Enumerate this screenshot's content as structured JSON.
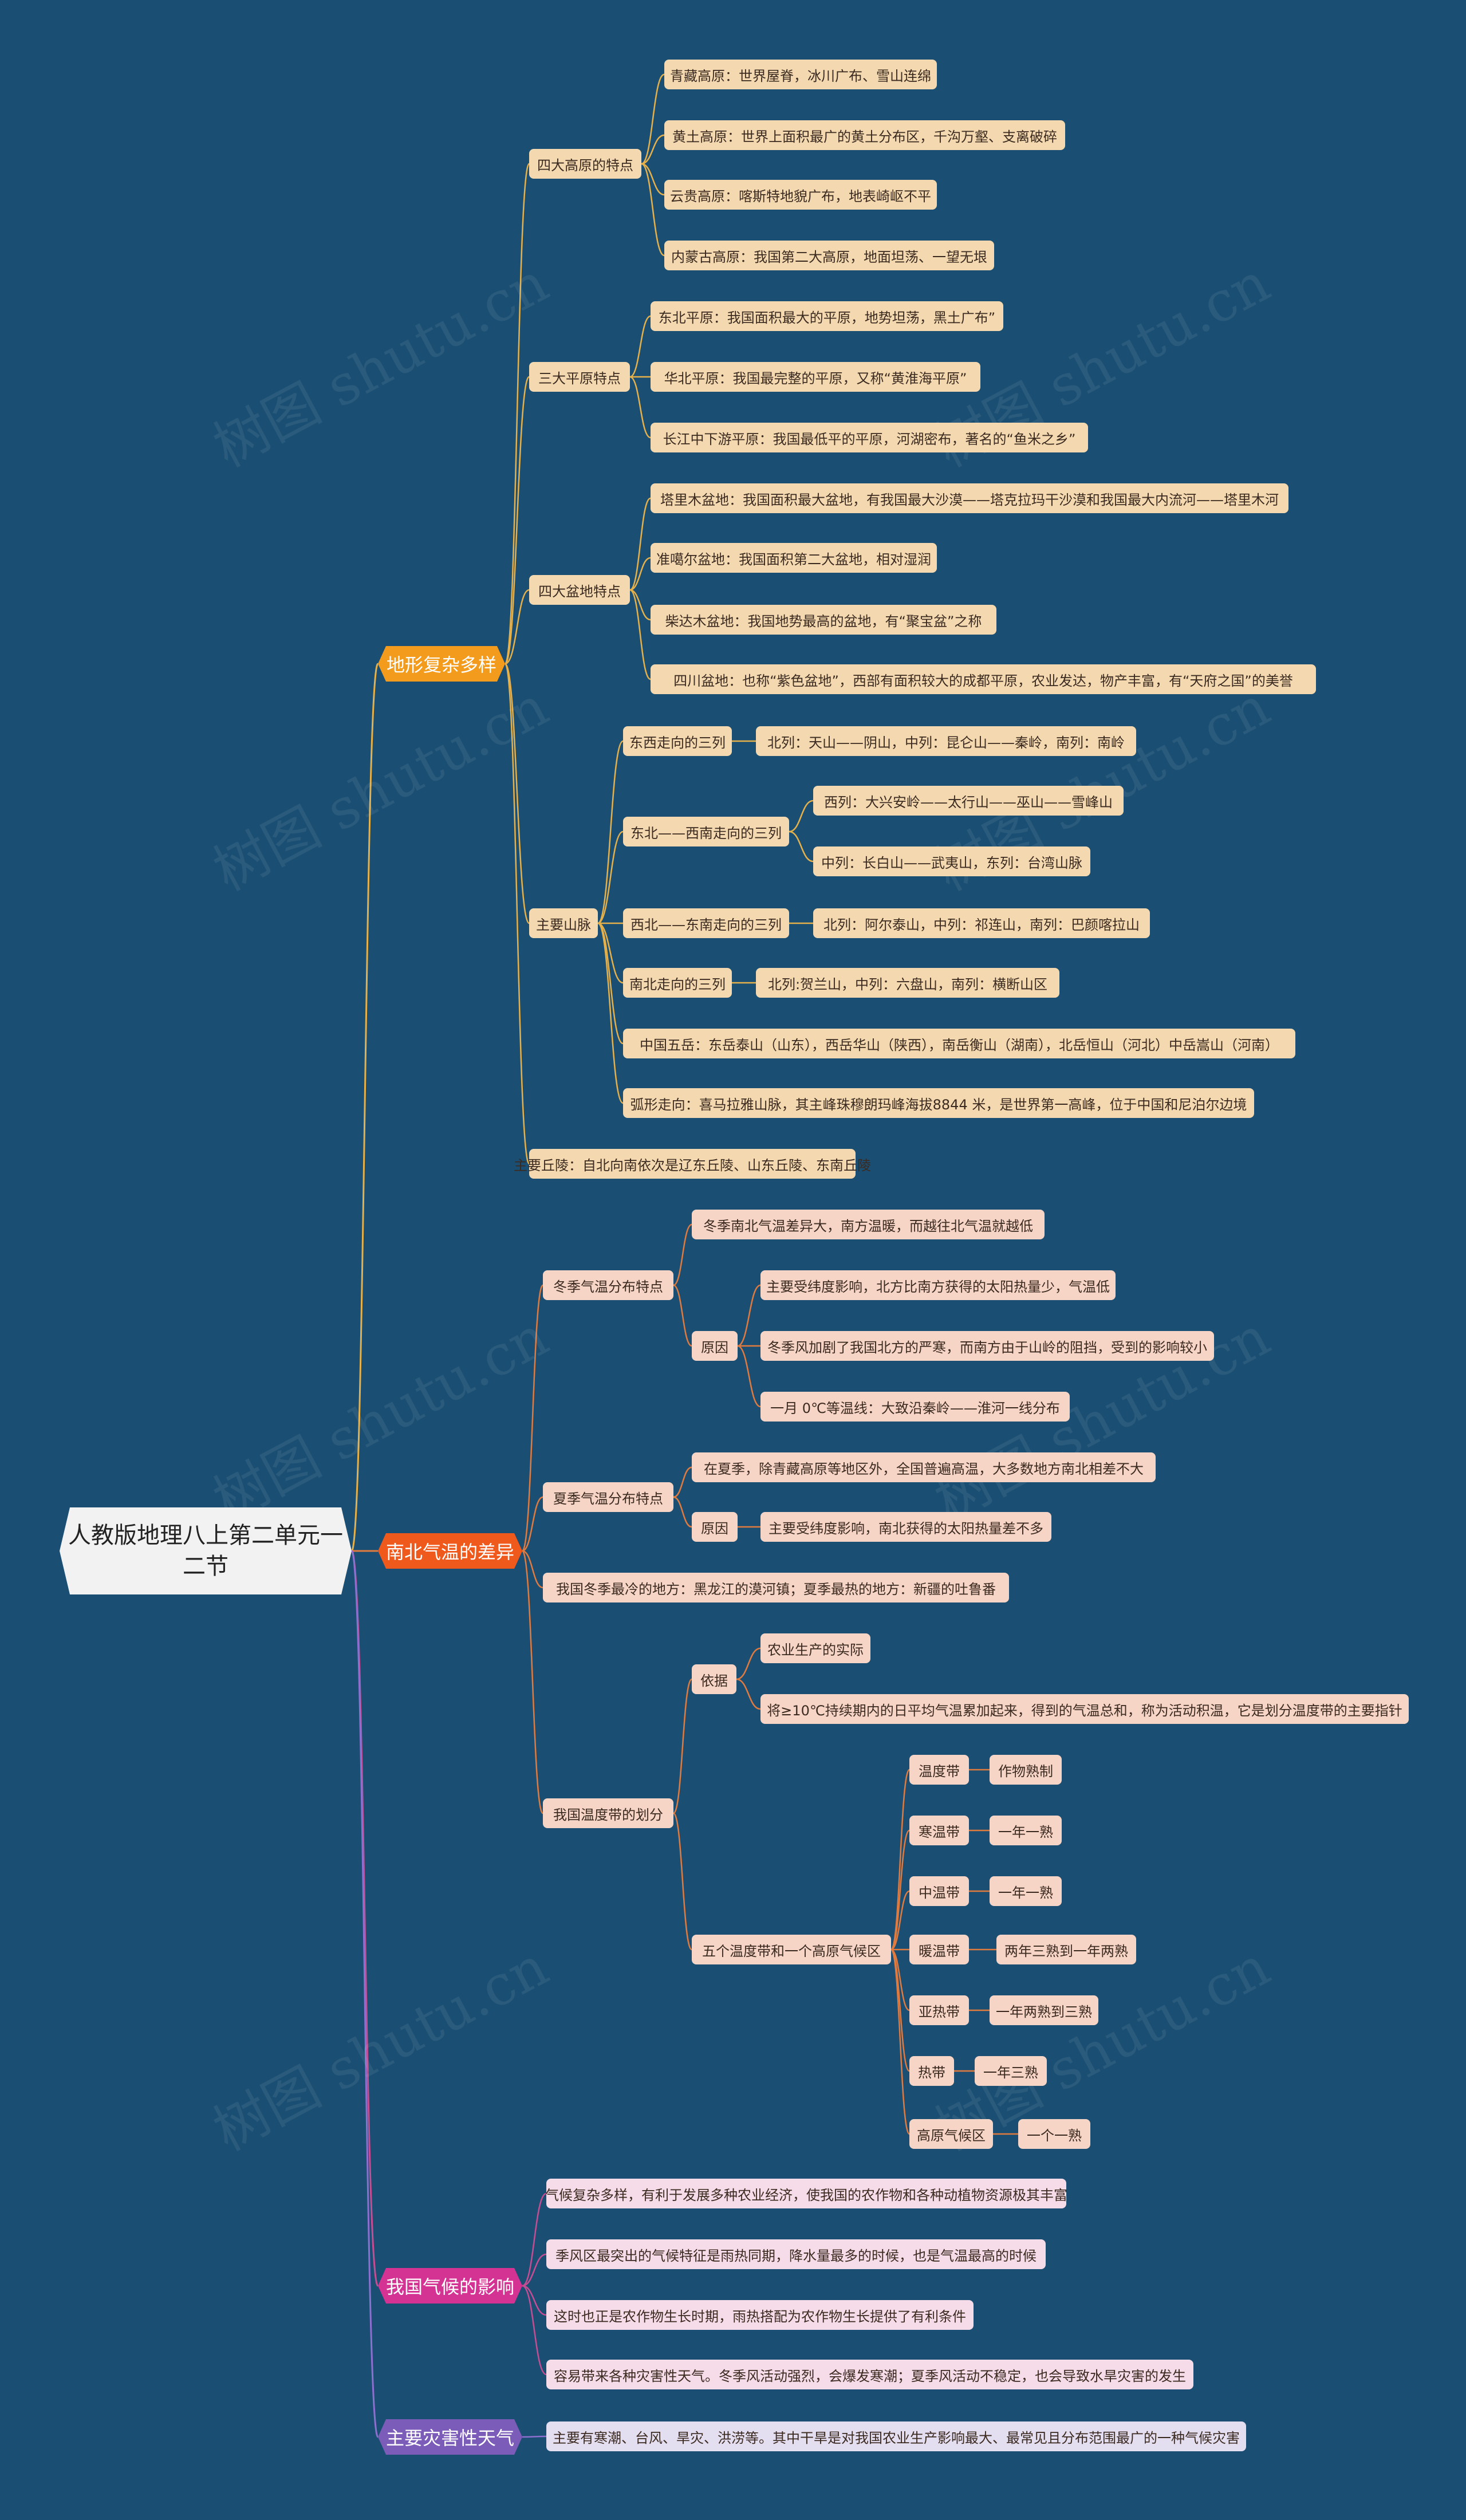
{
  "colors": {
    "background": "#1a4f73",
    "branch_orange": "#f29b1d",
    "branch_red": "#ef5a1c",
    "branch_pink": "#d53393",
    "branch_purple": "#7b5cb8",
    "line_orange": "#e6b04a",
    "line_red": "#e07a3f",
    "line_pink": "#c64d93",
    "line_purple": "#8d6fcf"
  },
  "watermark": "树图 shutu.cn",
  "mindmap": {
    "root": "人教版地理八上第二单元一二节",
    "branches": [
      {
        "label": "地形复杂多样",
        "theme": "orange",
        "children": [
          {
            "label": "四大高原的特点",
            "children": [
              {
                "label": "青藏高原：世界屋脊，冰川广布、雪山连绵"
              },
              {
                "label": "黄土高原：世界上面积最广的黄土分布区，千沟万壑、支离破碎"
              },
              {
                "label": "云贵高原：喀斯特地貌广布，地表崎岖不平"
              },
              {
                "label": "内蒙古高原：我国第二大高原，地面坦荡、一望无垠"
              }
            ]
          },
          {
            "label": "三大平原特点",
            "children": [
              {
                "label": "东北平原：我国面积最大的平原，地势坦荡，黑土广布”"
              },
              {
                "label": "华北平原：我国最完整的平原，又称“黄淮海平原”"
              },
              {
                "label": "长江中下游平原：我国最低平的平原，河湖密布，著名的“鱼米之乡”"
              }
            ]
          },
          {
            "label": "四大盆地特点",
            "children": [
              {
                "label": "塔里木盆地：我国面积最大盆地，有我国最大沙漠——塔克拉玛干沙漠和我国最大内流河——塔里木河"
              },
              {
                "label": "准噶尔盆地：我国面积第二大盆地，相对湿润"
              },
              {
                "label": "柴达木盆地：我国地势最高的盆地，有“聚宝盆”之称"
              },
              {
                "label": "四川盆地：也称“紫色盆地”，西部有面积较大的成都平原，农业发达，物产丰富，有“天府之国”的美誉"
              }
            ]
          },
          {
            "label": "主要山脉",
            "children": [
              {
                "label": "东西走向的三列",
                "children": [
                  {
                    "label": "北列：天山——阴山，中列：昆仑山——秦岭，南列：南岭"
                  }
                ]
              },
              {
                "label": "东北——西南走向的三列",
                "children": [
                  {
                    "label": "西列：大兴安岭——太行山——巫山——雪峰山"
                  },
                  {
                    "label": "中列：长白山——武夷山，东列：台湾山脉"
                  }
                ]
              },
              {
                "label": "西北——东南走向的三列",
                "children": [
                  {
                    "label": "北列：阿尔泰山，中列：祁连山，南列：巴颜喀拉山"
                  }
                ]
              },
              {
                "label": "南北走向的三列",
                "children": [
                  {
                    "label": "北列:贺兰山，中列：六盘山，南列：横断山区"
                  }
                ]
              },
              {
                "label": "中国五岳：东岳泰山（山东），西岳华山（陕西），南岳衡山（湖南），北岳恒山（河北）中岳嵩山（河南）"
              },
              {
                "label": "弧形走向：喜马拉雅山脉，其主峰珠穆朗玛峰海拔8844 米，是世界第一高峰，位于中国和尼泊尔边境"
              }
            ]
          },
          {
            "label": "主要丘陵：自北向南依次是辽东丘陵、山东丘陵、东南丘陵"
          }
        ]
      },
      {
        "label": "南北气温的差异",
        "theme": "red",
        "children": [
          {
            "label": "冬季气温分布特点",
            "children": [
              {
                "label": "冬季南北气温差异大，南方温暖，而越往北气温就越低"
              },
              {
                "label": "原因",
                "children": [
                  {
                    "label": "主要受纬度影响，北方比南方获得的太阳热量少，气温低"
                  },
                  {
                    "label": "冬季风加剧了我国北方的严寒，而南方由于山岭的阻挡，受到的影响较小"
                  },
                  {
                    "label": "一月 0℃等温线：大致沿秦岭——淮河一线分布"
                  }
                ]
              }
            ]
          },
          {
            "label": "夏季气温分布特点",
            "children": [
              {
                "label": "在夏季，除青藏高原等地区外，全国普遍高温，大多数地方南北相差不大"
              },
              {
                "label": "原因",
                "children": [
                  {
                    "label": "主要受纬度影响，南北获得的太阳热量差不多"
                  }
                ]
              }
            ]
          },
          {
            "label": "我国冬季最冷的地方：黑龙江的漠河镇；夏季最热的地方：新疆的吐鲁番"
          },
          {
            "label": "我国温度带的划分",
            "children": [
              {
                "label": "依据",
                "children": [
                  {
                    "label": "农业生产的实际"
                  },
                  {
                    "label": "将≥10℃持续期内的日平均气温累加起来，得到的气温总和，称为活动积温，它是划分温度带的主要指针"
                  }
                ]
              },
              {
                "label": "五个温度带和一个高原气候区",
                "children": [
                  {
                    "label": "温度带",
                    "children": [
                      {
                        "label": "作物熟制"
                      }
                    ]
                  },
                  {
                    "label": "寒温带",
                    "children": [
                      {
                        "label": "一年一熟"
                      }
                    ]
                  },
                  {
                    "label": "中温带",
                    "children": [
                      {
                        "label": "一年一熟"
                      }
                    ]
                  },
                  {
                    "label": "暖温带",
                    "children": [
                      {
                        "label": "两年三熟到一年两熟"
                      }
                    ]
                  },
                  {
                    "label": "亚热带",
                    "children": [
                      {
                        "label": "一年两熟到三熟"
                      }
                    ]
                  },
                  {
                    "label": "热带",
                    "children": [
                      {
                        "label": "一年三熟"
                      }
                    ]
                  },
                  {
                    "label": "高原气候区",
                    "children": [
                      {
                        "label": "一个一熟"
                      }
                    ]
                  }
                ]
              }
            ]
          }
        ]
      },
      {
        "label": "我国气候的影响",
        "theme": "pink",
        "children": [
          {
            "label": "气候复杂多样，有利于发展多种农业经济，使我国的农作物和各种动植物资源极其丰富"
          },
          {
            "label": "季风区最突出的气候特征是雨热同期，降水量最多的时候，也是气温最高的时候"
          },
          {
            "label": "这时也正是农作物生长时期，雨热搭配为农作物生长提供了有利条件"
          },
          {
            "label": "容易带来各种灾害性天气。冬季风活动强烈，会爆发寒潮；夏季风活动不稳定，也会导致水旱灾害的发生"
          }
        ]
      },
      {
        "label": "主要灾害性天气",
        "theme": "purple",
        "children": [
          {
            "label": "主要有寒潮、台风、旱灾、洪涝等。其中干旱是对我国农业生产影响最大、最常见且分布范围最广的一种气候灾害"
          }
        ]
      }
    ]
  }
}
